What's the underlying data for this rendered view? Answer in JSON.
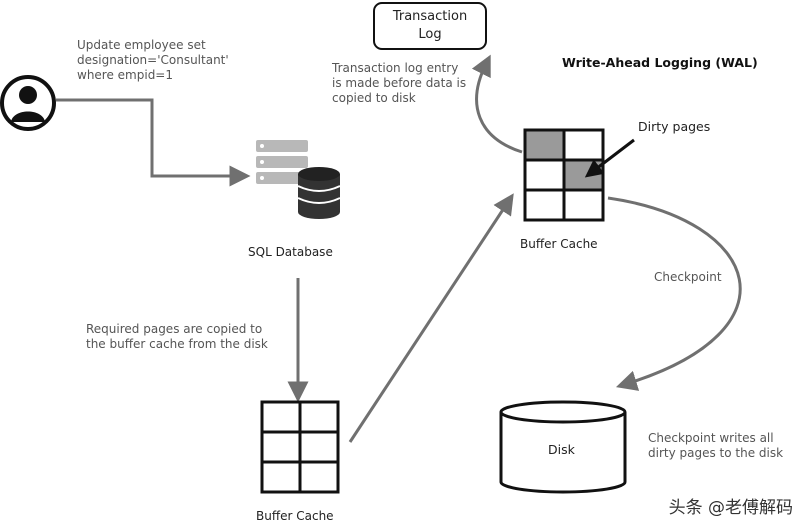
{
  "diagram": {
    "title": "Write-Ahead Logging (WAL)",
    "query_lines": [
      "Update employee set",
      "designation='Consultant'",
      "where empid=1"
    ],
    "sql_database_label": "SQL Database",
    "copy_note_lines": [
      "Required pages are copied to",
      "the buffer cache from the disk"
    ],
    "buffer_cache_bottom_label": "Buffer Cache",
    "buffer_cache_top_label": "Buffer Cache",
    "transaction_log_lines": [
      "Transaction",
      "Log"
    ],
    "log_note_lines": [
      "Transaction log entry",
      "is made before data is",
      "copied to disk"
    ],
    "dirty_pages_label": "Dirty pages",
    "checkpoint_label": "Checkpoint",
    "disk_label": "Disk",
    "checkpoint_note_lines": [
      "Checkpoint writes all",
      "dirty pages to the disk"
    ],
    "watermark": "头条 @老傅解码"
  },
  "colors": {
    "arrow": "#707070",
    "outline": "#111111",
    "dirty_cell": "#9a9a9a",
    "text": "#555555"
  },
  "icons": {
    "user": "user-avatar-icon",
    "database": "database-server-icon"
  }
}
